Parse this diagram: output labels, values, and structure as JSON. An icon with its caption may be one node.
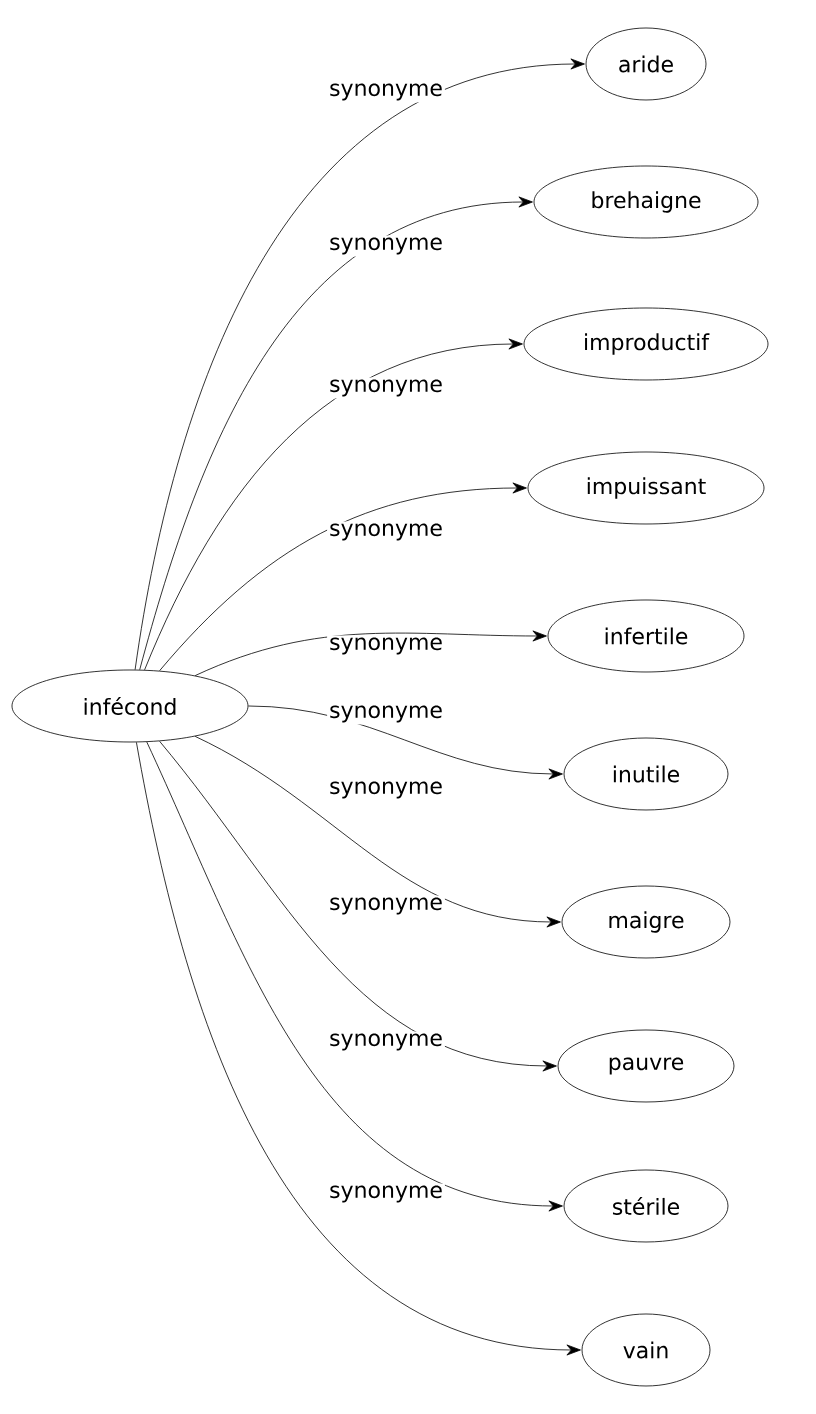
{
  "diagram": {
    "nodes": [
      {
        "text": [
          "infécond"
        ]
      },
      {
        "text": [
          "aride"
        ]
      },
      {
        "text": [
          "brehaigne"
        ]
      },
      {
        "text": [
          "improductif"
        ]
      },
      {
        "text": [
          "impuissant"
        ]
      },
      {
        "text": [
          "infertile"
        ]
      },
      {
        "text": [
          "inutile"
        ]
      },
      {
        "text": [
          "maigre"
        ]
      },
      {
        "text": [
          "pauvre"
        ]
      },
      {
        "text": [
          "stérile"
        ]
      },
      {
        "text": [
          "vain"
        ]
      }
    ],
    "edges": [
      {
        "from": 0,
        "to": 1,
        "arrow": "to",
        "label": "synonyme"
      },
      {
        "from": 0,
        "to": 2,
        "arrow": "to",
        "label": "synonyme"
      },
      {
        "from": 0,
        "to": 3,
        "arrow": "to",
        "label": "synonyme"
      },
      {
        "from": 0,
        "to": 4,
        "arrow": "to",
        "label": "synonyme"
      },
      {
        "from": 0,
        "to": 5,
        "arrow": "to",
        "label": "synonyme"
      },
      {
        "from": 0,
        "to": 6,
        "arrow": "to",
        "label": "synonyme"
      },
      {
        "from": 0,
        "to": 7,
        "arrow": "to",
        "label": "synonyme"
      },
      {
        "from": 0,
        "to": 8,
        "arrow": "to",
        "label": "synonyme"
      },
      {
        "from": 0,
        "to": 9,
        "arrow": "to",
        "label": "synonyme"
      },
      {
        "from": 0,
        "to": 10,
        "arrow": "to",
        "label": "synonyme"
      }
    ]
  }
}
